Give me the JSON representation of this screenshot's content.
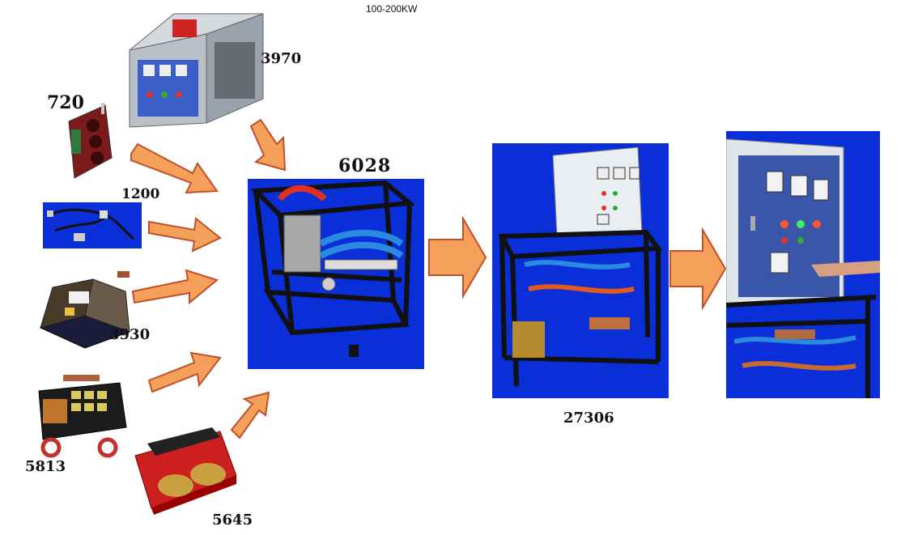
{
  "header": {
    "power_range": "100-200KW"
  },
  "components": [
    {
      "id": "cabinet-top",
      "label": "3970"
    },
    {
      "id": "board-720",
      "label": "720"
    },
    {
      "id": "cable-1200",
      "label": "1200"
    },
    {
      "id": "module-3930",
      "label": "3930"
    },
    {
      "id": "board-5813",
      "label": "5813"
    },
    {
      "id": "transformer-5645",
      "label": "5645"
    }
  ],
  "assemblies": [
    {
      "id": "frame",
      "label": "6028"
    },
    {
      "id": "frame-with-cabinet",
      "label": "27306"
    },
    {
      "id": "final-machine",
      "label": ""
    }
  ],
  "colors": {
    "arrow_fill": "#f5a05a",
    "arrow_stroke": "#c0502a",
    "photo_background": "#0a2fd8"
  }
}
